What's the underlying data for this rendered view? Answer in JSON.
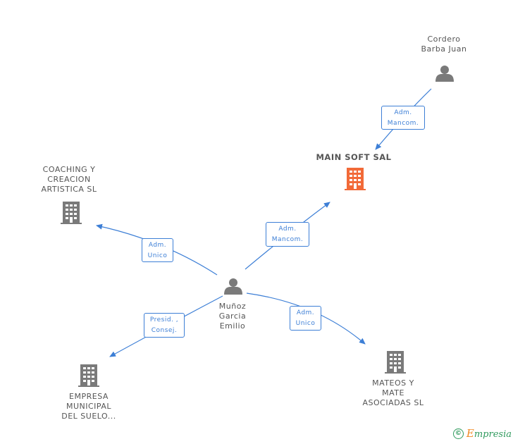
{
  "colors": {
    "edge": "#3d7fd6",
    "person": "#7a7a7a",
    "company": "#7a7a7a",
    "main_company": "#f26a38",
    "label": "#555555",
    "brand": "#2f9a5d"
  },
  "nodes": {
    "cordero": {
      "label": "Cordero\nBarba Juan",
      "type": "person"
    },
    "main_soft": {
      "label": "MAIN SOFT SAL",
      "type": "company"
    },
    "coaching": {
      "label": "COACHING Y\nCREACION\nARTISTICA  SL",
      "type": "company"
    },
    "munoz": {
      "label": "Muñoz\nGarcia\nEmilio",
      "type": "person"
    },
    "empresa": {
      "label": "EMPRESA\nMUNICIPAL\nDEL SUELO...",
      "type": "company"
    },
    "mateos": {
      "label": "MATEOS Y\nMATE\nASOCIADAS SL",
      "type": "company"
    }
  },
  "edges": {
    "cordero_main": "Adm.\nMancom.",
    "munoz_main": "Adm.\nMancom.",
    "munoz_coaching": "Adm.\nUnico",
    "munoz_empresa": "Presid. ,\nConsej.",
    "munoz_mateos": "Adm.\nUnico"
  },
  "footer": {
    "copyright": "©",
    "brand_initial": "E",
    "brand_rest": "mpresia"
  }
}
